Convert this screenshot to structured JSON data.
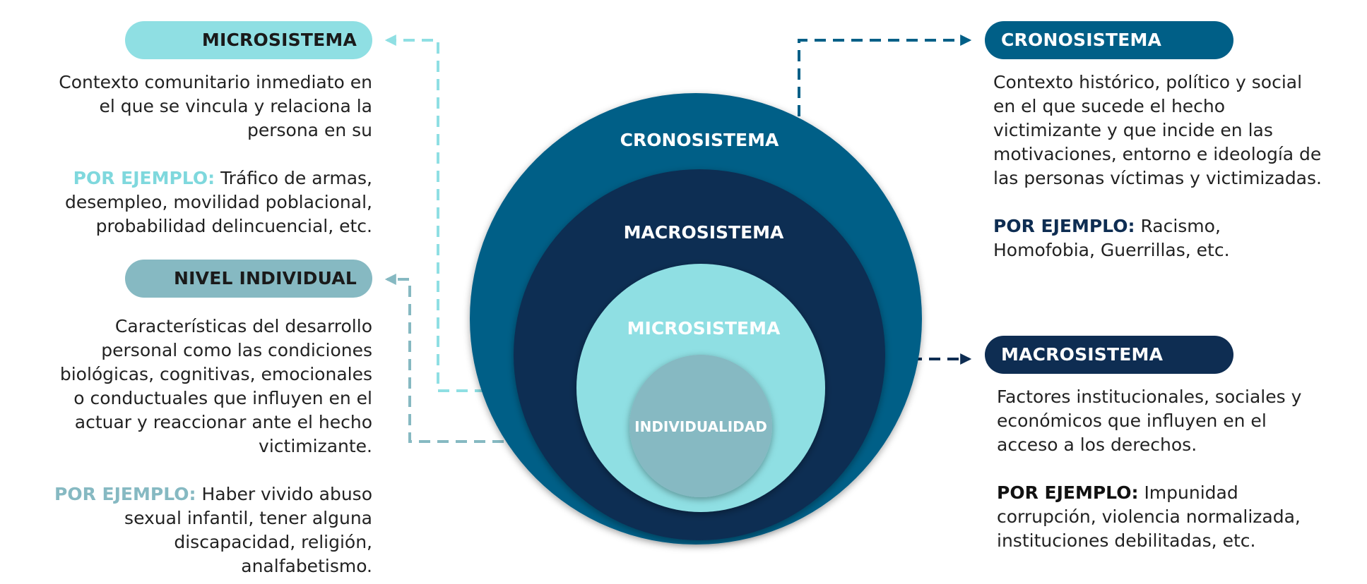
{
  "colors": {
    "crono": "#005f87",
    "macro": "#0e2d52",
    "micro": "#8fdfe3",
    "individual": "#86b9c2",
    "micro_label": "#7fd8dd",
    "individual_label": "#86b9c2"
  },
  "diagram": {
    "crono_label": "CRONOSISTEMA",
    "macro_label": "MACROSISTEMA",
    "micro_label": "MICROSISTEMA",
    "individual_label": "INDIVIDUALIDAD"
  },
  "microsistema": {
    "title": "MICROSISTEMA",
    "lines": [
      "Contexto comunitario inmediato en",
      "el que se vincula y relaciona la",
      "persona en su"
    ],
    "example_label": "POR EJEMPLO:",
    "example_lines": [
      "Tráfico de armas,",
      "desempleo, movilidad poblacional,",
      "probabilidad delincuencial, etc."
    ]
  },
  "individual": {
    "title": "NIVEL INDIVIDUAL",
    "lines": [
      "Características del desarrollo",
      "personal como las condiciones",
      "biológicas, cognitivas, emocionales",
      "o conductuales que influyen en el",
      "actuar y reaccionar ante el hecho",
      "victimizante."
    ],
    "example_label": "POR EJEMPLO:",
    "example_lines": [
      "Haber vivido abuso",
      "sexual infantil, tener alguna",
      "discapacidad, religión,",
      "analfabetismo."
    ]
  },
  "cronosistema": {
    "title": "CRONOSISTEMA",
    "lines": [
      "Contexto histórico, político y social",
      "en el que sucede el hecho",
      "victimizante y que incide en las",
      "motivaciones, entorno e ideología de",
      "las personas víctimas y victimizadas."
    ],
    "example_label": "POR EJEMPLO:",
    "example_lines": [
      "Racismo,",
      "Homofobia, Guerrillas, etc."
    ]
  },
  "macrosistema": {
    "title": "MACROSISTEMA",
    "lines": [
      "Factores institucionales, sociales y",
      "económicos que influyen en el",
      "acceso a los derechos."
    ],
    "example_label": "POR EJEMPLO:",
    "example_lines": [
      "Impunidad",
      "corrupción, violencia normalizada,",
      "instituciones debilitadas, etc."
    ]
  }
}
